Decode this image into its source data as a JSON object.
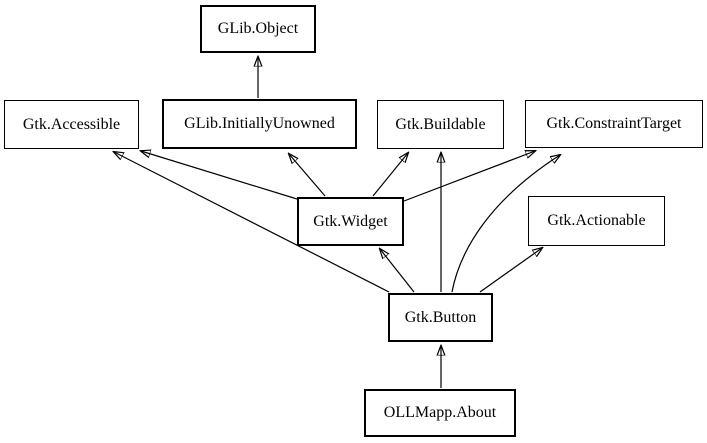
{
  "diagram": {
    "type": "class-inheritance-graph",
    "background_color": "#ffffff",
    "edge_color": "#000000",
    "text_color": "#000000",
    "nodes": [
      {
        "id": "glib-object",
        "label": "GLib.Object",
        "emphasis": "bold"
      },
      {
        "id": "gtk-accessible",
        "label": "Gtk.Accessible",
        "emphasis": "normal"
      },
      {
        "id": "glib-initiallyunowned",
        "label": "GLib.InitiallyUnowned",
        "emphasis": "bold"
      },
      {
        "id": "gtk-buildable",
        "label": "Gtk.Buildable",
        "emphasis": "normal"
      },
      {
        "id": "gtk-constrainttarget",
        "label": "Gtk.ConstraintTarget",
        "emphasis": "normal"
      },
      {
        "id": "gtk-widget",
        "label": "Gtk.Widget",
        "emphasis": "bold"
      },
      {
        "id": "gtk-actionable",
        "label": "Gtk.Actionable",
        "emphasis": "normal"
      },
      {
        "id": "gtk-button",
        "label": "Gtk.Button",
        "emphasis": "bold"
      },
      {
        "id": "ollmapp-about",
        "label": "OLLMapp.About",
        "emphasis": "bold"
      }
    ],
    "edges": [
      {
        "from": "GLib.InitiallyUnowned",
        "to": "GLib.Object"
      },
      {
        "from": "Gtk.Widget",
        "to": "GLib.InitiallyUnowned"
      },
      {
        "from": "Gtk.Widget",
        "to": "Gtk.Accessible"
      },
      {
        "from": "Gtk.Widget",
        "to": "Gtk.Buildable"
      },
      {
        "from": "Gtk.Widget",
        "to": "Gtk.ConstraintTarget"
      },
      {
        "from": "Gtk.Button",
        "to": "Gtk.Accessible"
      },
      {
        "from": "Gtk.Button",
        "to": "Gtk.Widget"
      },
      {
        "from": "Gtk.Button",
        "to": "Gtk.Buildable"
      },
      {
        "from": "Gtk.Button",
        "to": "Gtk.ConstraintTarget"
      },
      {
        "from": "Gtk.Button",
        "to": "Gtk.Actionable"
      },
      {
        "from": "OLLMapp.About",
        "to": "Gtk.Button"
      }
    ]
  }
}
